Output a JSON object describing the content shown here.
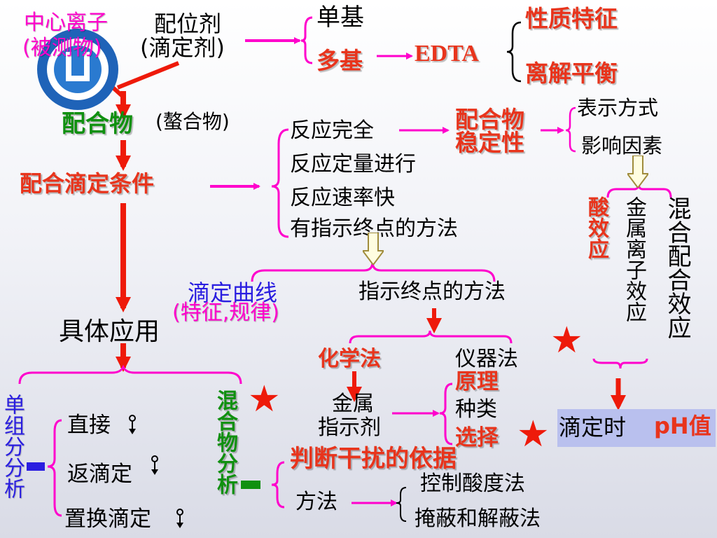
{
  "center_ion": {
    "line1": "中心离子",
    "line2": "(被测物)"
  },
  "ligand": {
    "line1": "配位剂",
    "line2": "(滴定剂)"
  },
  "ligand_types": {
    "single": "单基",
    "multi": "多基"
  },
  "edta": {
    "label": "EDTA",
    "properties": [
      "性质特征",
      "离解平衡"
    ]
  },
  "complex": {
    "label": "配合物",
    "paren": "(螯合物)"
  },
  "stability": {
    "label": "配合物\n稳定性",
    "items": [
      "表示方式",
      "影响因素"
    ]
  },
  "conditions": {
    "label": "配合滴定条件",
    "items": [
      "反应完全",
      "反应定量进行",
      "反应速率快",
      "有指示终点的方法"
    ]
  },
  "effects": {
    "acid": "酸效应",
    "metal": "金属离子效应",
    "mixed": "混合配合效应"
  },
  "curve": {
    "line1": "滴定曲线",
    "line2": "(特征,规律)"
  },
  "endpoint": {
    "label": "指示终点的方法",
    "chemical": "化学法",
    "instrument": "仪器法",
    "indicator": {
      "line1": "金属",
      "line2": "指示剂"
    },
    "aspects": [
      "原理",
      "种类",
      "选择"
    ]
  },
  "ph": {
    "prefix": "滴定时",
    "suffix": "pH值"
  },
  "applications": {
    "label": "具体应用",
    "single": "单组分分析",
    "mixed": "混合物分析",
    "methods": [
      "直接",
      "返滴定",
      "置换滴定"
    ]
  },
  "interference": {
    "label": "判断干扰的依据",
    "method": "方法",
    "options": [
      "控制酸度法",
      "掩蔽和解蔽法"
    ]
  },
  "colors": {
    "red": "#e8341c",
    "magenta": "#ff00cc",
    "green": "#109010",
    "blue": "#2a1ee0",
    "ph_box": "#b9c0ee"
  }
}
